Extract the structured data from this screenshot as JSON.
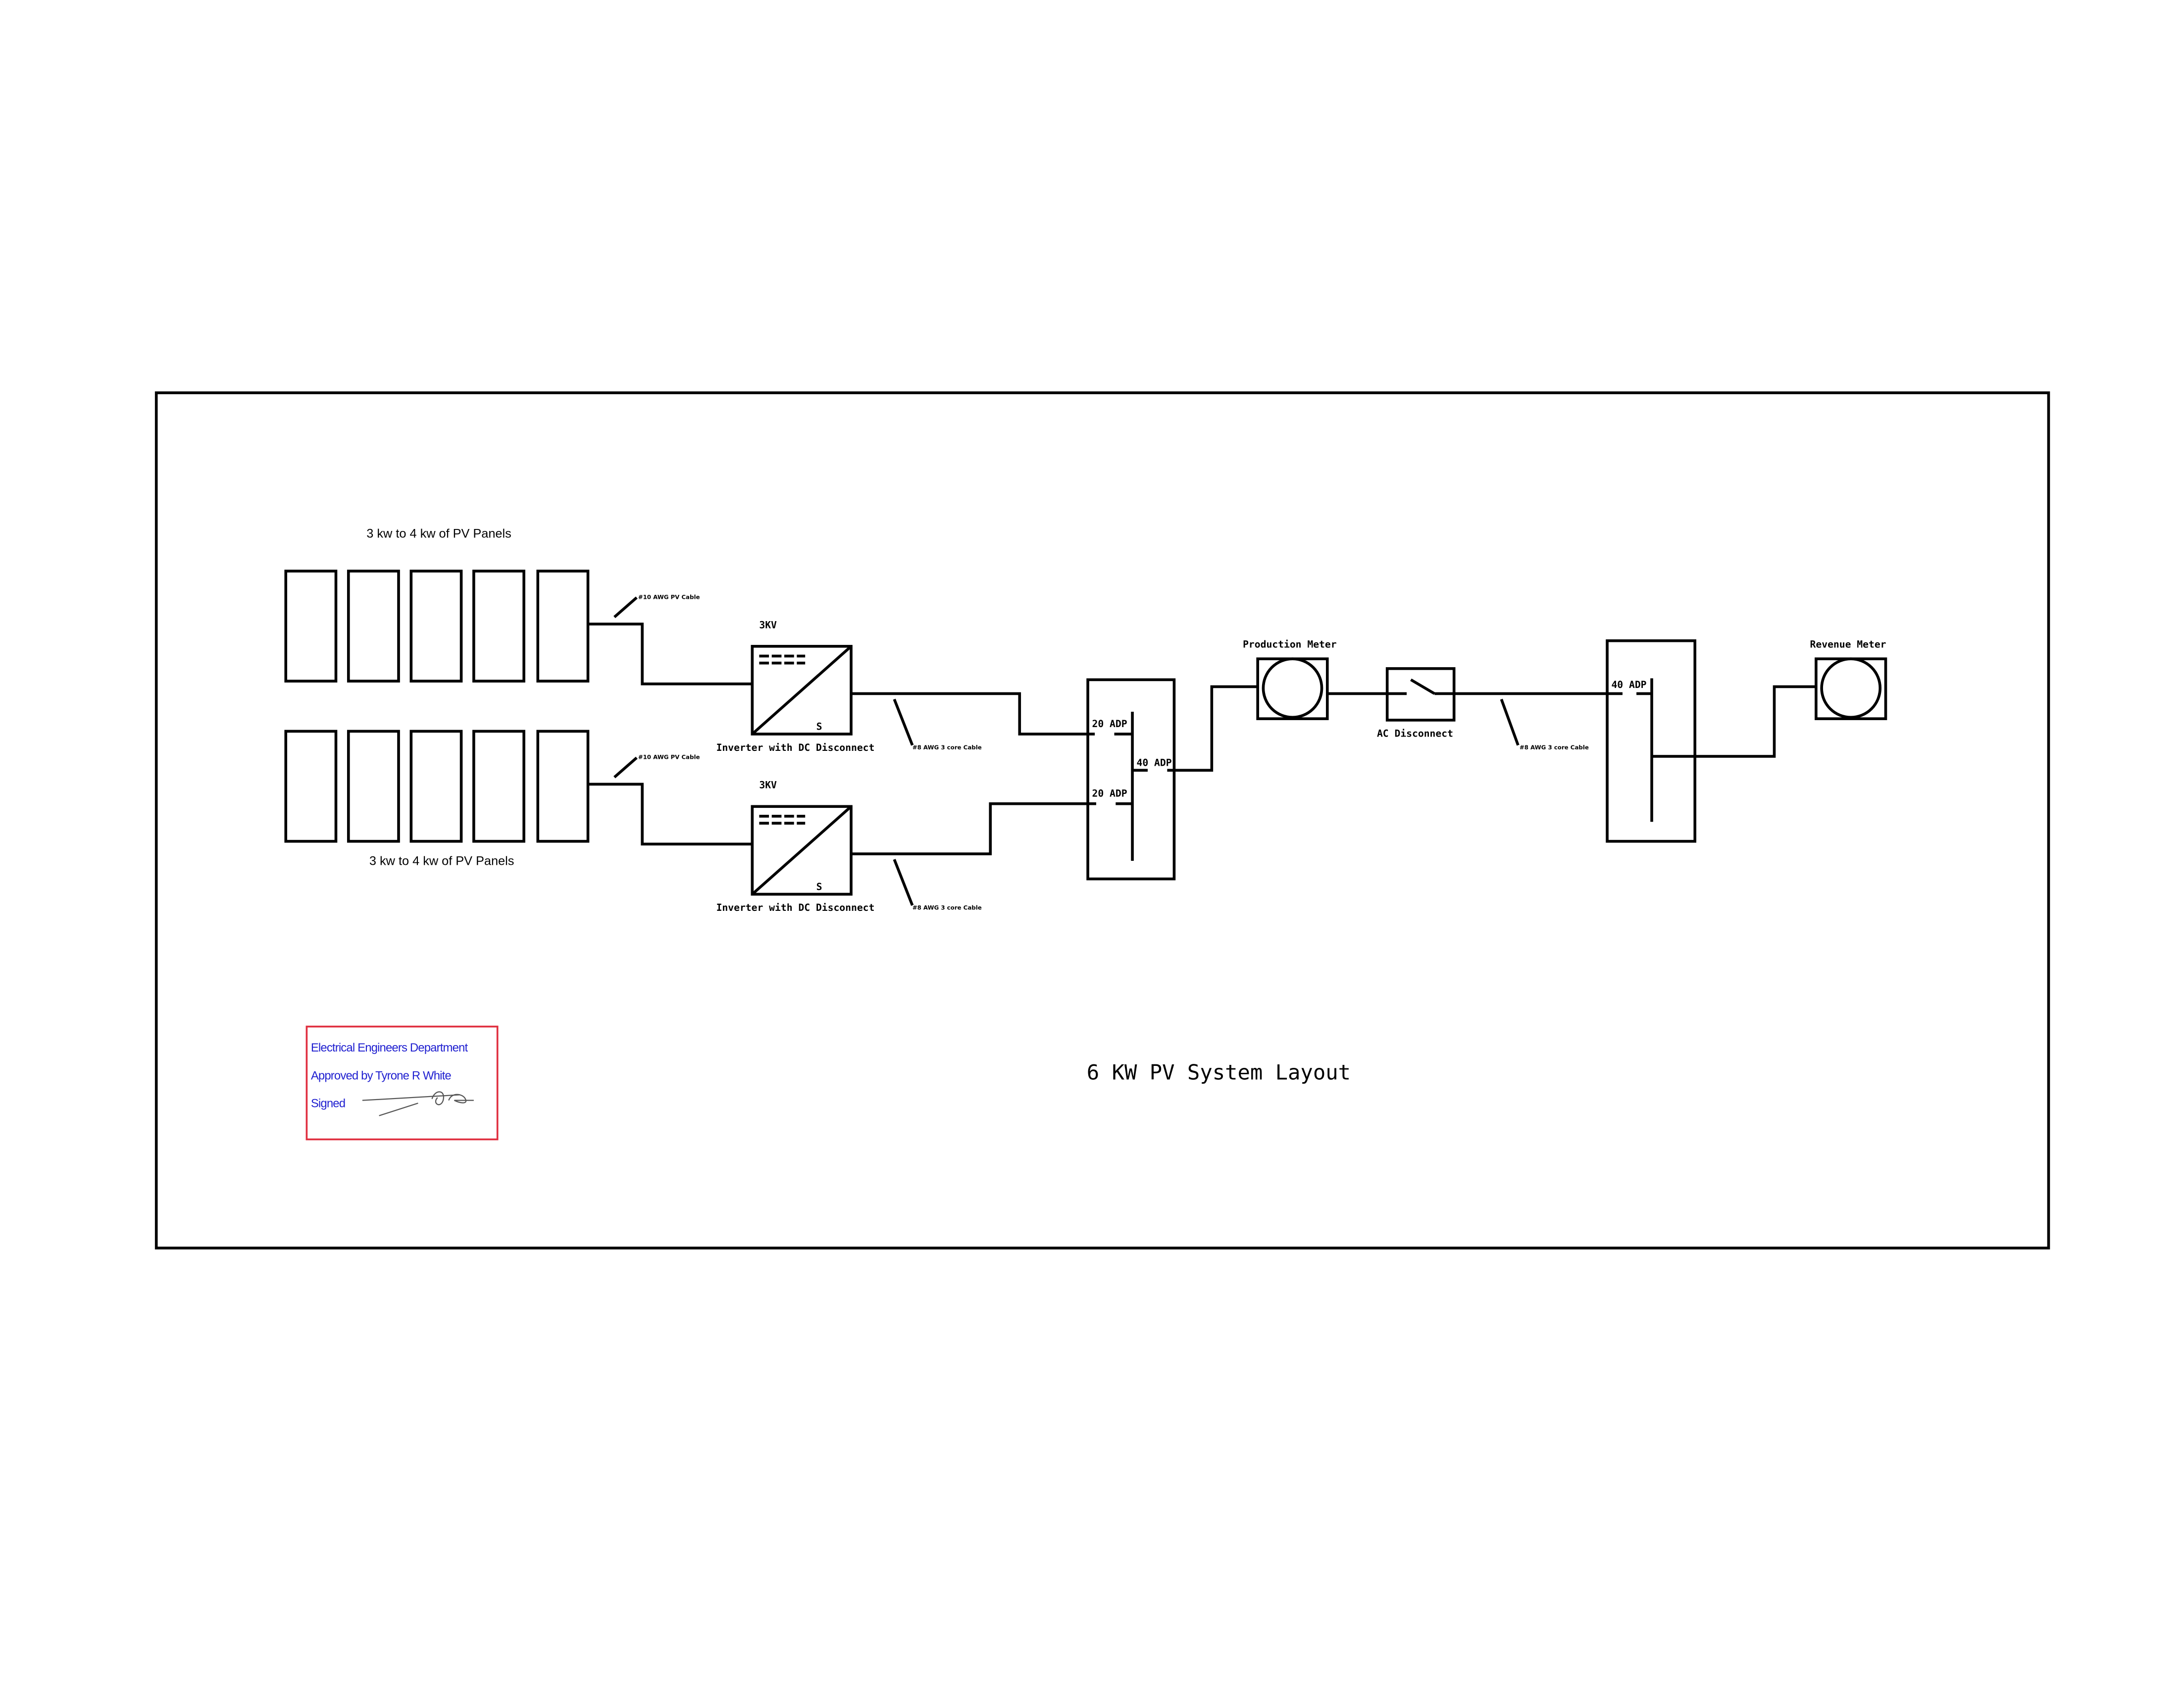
{
  "title": "6 KW PV System Layout",
  "pv_arrays": [
    {
      "label": "3 kw to 4 kw of PV Panels",
      "panel_count": 5,
      "cable": "#10 AWG PV Cable"
    },
    {
      "label": "3 kw to 4 kw of PV Panels",
      "panel_count": 5,
      "cable": "#10 AWG PV Cable"
    }
  ],
  "inverters": [
    {
      "rating": "3KV",
      "label": "Inverter with DC Disconnect",
      "cable": "#8 AWG 3 core Cable"
    },
    {
      "rating": "3KV",
      "label": "Inverter with DC Disconnect",
      "cable": "#8 AWG 3 core Cable"
    }
  ],
  "combiner_panel": {
    "breakers": [
      "20 ADP",
      "20 ADP"
    ],
    "main_breaker": "40 ADP"
  },
  "production_meter": "Production Meter",
  "ac_disconnect": {
    "label": "AC Disconnect",
    "cable": "#8 AWG 3 core Cable"
  },
  "main_panel": {
    "breaker": "40 ADP"
  },
  "revenue_meter": "Revenue Meter",
  "stamp": {
    "department": "Electrical Engineers Department",
    "approved": "Approved by Tyrone R White",
    "signed": "Signed",
    "colors": {
      "border": "#e03040",
      "text": "#2020d0"
    }
  }
}
